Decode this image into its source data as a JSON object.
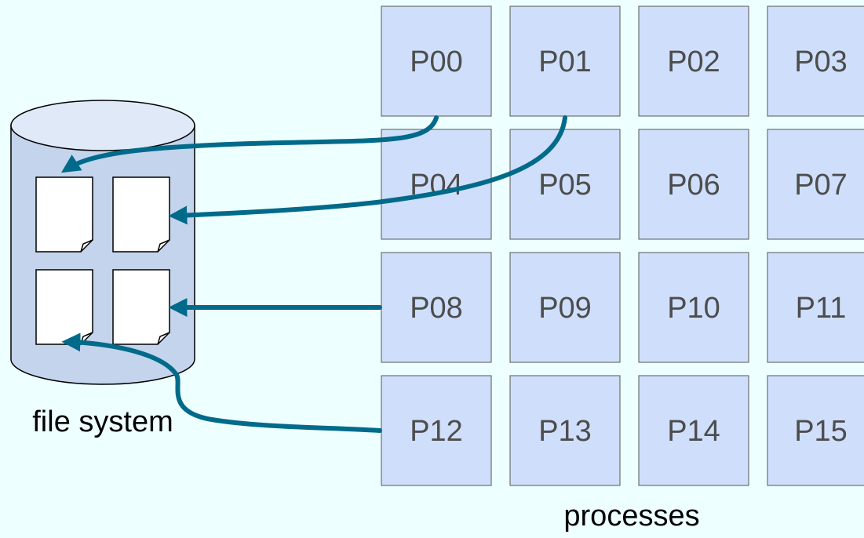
{
  "storage": {
    "label": "file system",
    "files": [
      "file",
      "file",
      "file",
      "file"
    ]
  },
  "processes": {
    "label": "processes",
    "grid": [
      [
        "P00",
        "P01",
        "P02",
        "P03"
      ],
      [
        "P04",
        "P05",
        "P06",
        "P07"
      ],
      [
        "P08",
        "P09",
        "P10",
        "P11"
      ],
      [
        "P12",
        "P13",
        "P14",
        "P15"
      ]
    ]
  },
  "writes": [
    {
      "from": "P00",
      "to": "file-0"
    },
    {
      "from": "P01",
      "to": "file-1"
    },
    {
      "from": "P08",
      "to": "file-3"
    },
    {
      "from": "P12",
      "to": "file-2"
    }
  ],
  "colors": {
    "background": "#eeffff",
    "process_fill": "#cfdffb",
    "cylinder_fill": "#c4d4ec",
    "arrow": "#006a8a"
  }
}
